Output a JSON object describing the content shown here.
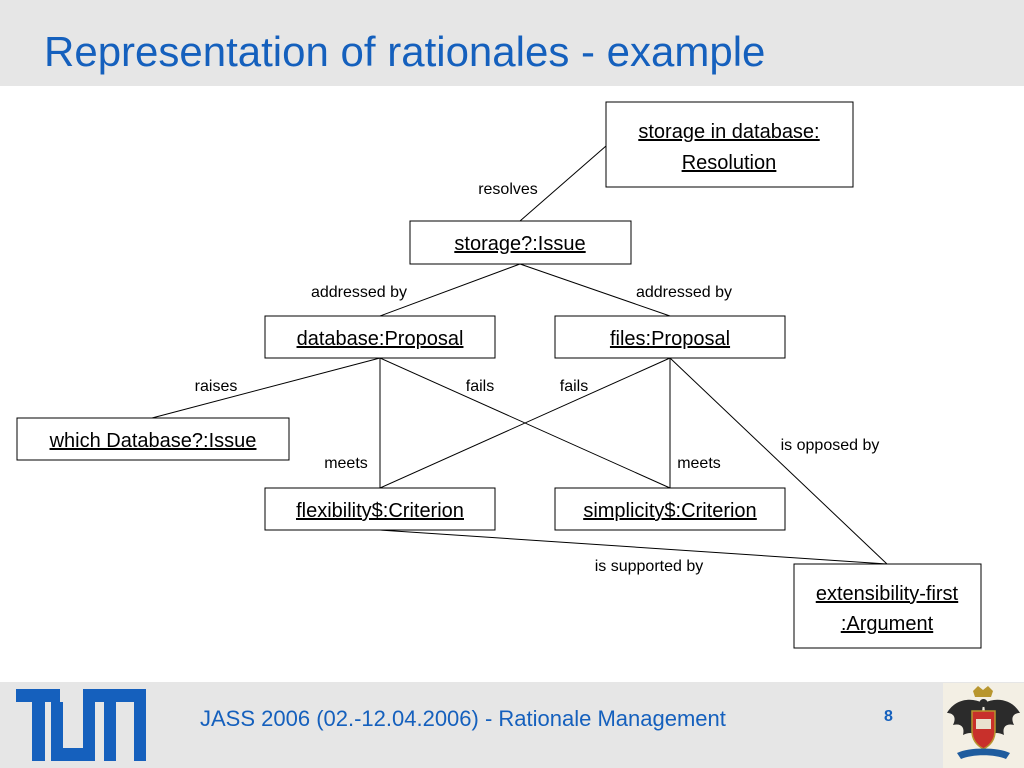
{
  "slide": {
    "title": "Representation of rationales - example"
  },
  "nodes": {
    "resolution": {
      "line1": "storage in database:",
      "line2": "Resolution"
    },
    "issue_storage": {
      "label": "storage?:Issue"
    },
    "proposal_database": {
      "label": "database:Proposal"
    },
    "proposal_files": {
      "label": "files:Proposal"
    },
    "issue_which_db": {
      "label": "which Database?:Issue"
    },
    "criterion_flexibility": {
      "label": "flexibility$:Criterion"
    },
    "criterion_simplicity": {
      "label": "simplicity$:Criterion"
    },
    "argument_extensibility": {
      "line1": "extensibility-first",
      "line2": ":Argument"
    }
  },
  "edges": {
    "resolves": "resolves",
    "addressed_by_left": "addressed by",
    "addressed_by_right": "addressed by",
    "raises": "raises",
    "fails_left": "fails",
    "fails_right": "fails",
    "meets_left": "meets",
    "meets_right": "meets",
    "is_opposed_by": "is opposed by",
    "is_supported_by": "is supported by"
  },
  "footer": {
    "text": "JASS 2006 (02.-12.04.2006) - Rationale Management",
    "page_number": "8",
    "logo_text": "TUM"
  },
  "colors": {
    "accent": "#1560bd",
    "band": "#e6e6e6",
    "line": "#000000"
  },
  "icons": {
    "logo": "tum-logo",
    "crest": "eagle-crest-icon"
  }
}
